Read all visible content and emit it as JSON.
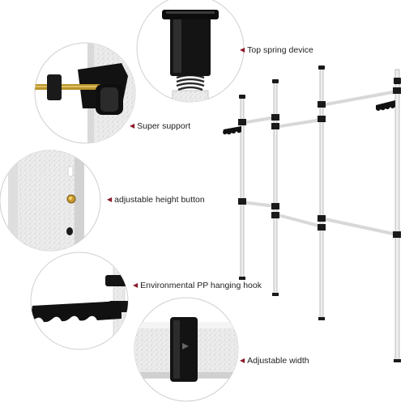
{
  "callouts": [
    {
      "label": "Top spring device",
      "marker": "◀"
    },
    {
      "label": "Super support",
      "marker": "◀"
    },
    {
      "label": "adjustable height button",
      "marker": "◀"
    },
    {
      "label": "Environmental PP hanging hook",
      "marker": "◀"
    },
    {
      "label": "Adjustable width",
      "marker": "◀"
    }
  ],
  "colors": {
    "accent_marker": "#8b1a2b",
    "pole": "#ededed",
    "pole_outline": "#9a9a9a",
    "connector": "#1a1a1a",
    "circle_border": "#cfcfcf"
  },
  "icons": [
    "spring-device-detail",
    "support-clamp-detail",
    "height-button-detail",
    "hanging-hook-detail",
    "width-joint-detail",
    "clothes-rack"
  ]
}
